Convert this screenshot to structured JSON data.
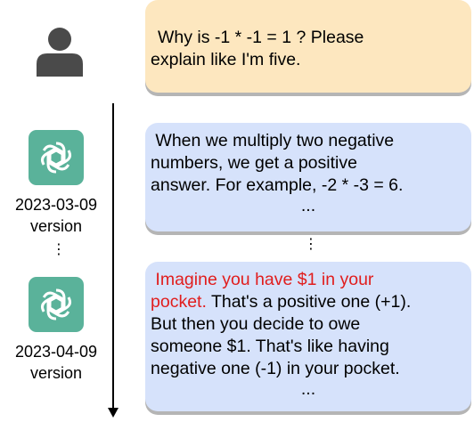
{
  "question": {
    "lines": [
      "Why is -1 * -1 = 1 ? Please",
      "explain like I'm five."
    ]
  },
  "timeline": {
    "models": [
      {
        "icon": "chatgpt-logo-icon",
        "date": "2023-03-09",
        "label": "version"
      },
      {
        "icon": "chatgpt-logo-icon",
        "date": "2023-04-09",
        "label": "version"
      }
    ],
    "ellipsis": "⋮"
  },
  "answers": [
    {
      "lines": [
        " When we multiply two negative",
        "numbers, we get a positive",
        "answer. For example, -2 * -3 = 6."
      ],
      "ellipsis": "..."
    },
    {
      "highlight_lines": [
        " Imagine you have $1 in your",
        "pocket."
      ],
      "line2_rest": " That's a positive one (+1).",
      "lines": [
        "But then you decide to owe",
        "someone $1. That's like having",
        "negative one (-1) in your pocket."
      ],
      "ellipsis": "..."
    }
  ],
  "between_answers_ellipsis": "⋮",
  "colors": {
    "question_bubble": "#fde7bf",
    "answer_bubble": "#d6e2fb",
    "logo": "#5ab29a",
    "highlight_text": "#e11d1d"
  }
}
